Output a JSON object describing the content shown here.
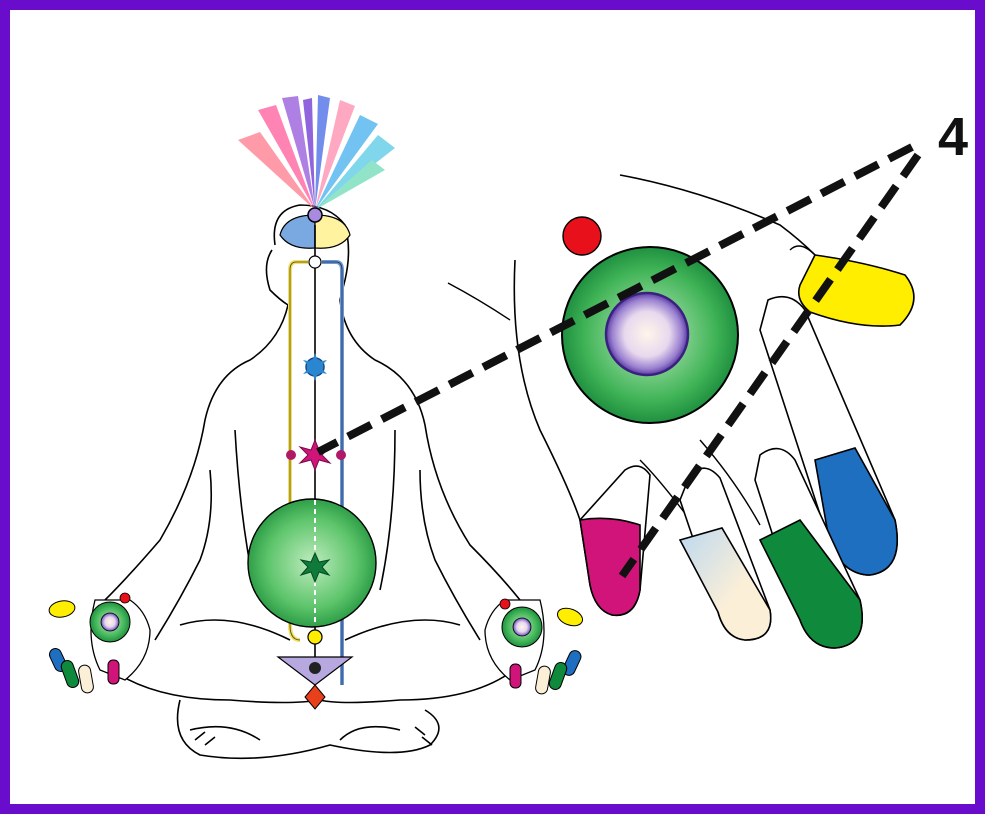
{
  "diagram": {
    "callout_label": "4",
    "colors": {
      "border": "#6a0ccc",
      "background": "#ffffff",
      "outline": "#000000",
      "heart_green": "#2ea84a",
      "heart_light": "#a8e3a8",
      "center_violet": "#6a4aa8",
      "yellow": "#ffee00",
      "blue": "#1f6fc0",
      "green": "#0f8a3c",
      "magenta": "#d0147a",
      "cream": "#fbefd8",
      "red": "#e8101a",
      "crown_violet": "#b5a8e8"
    },
    "parts": [
      "meditating-figure",
      "crown-rays",
      "central-channel",
      "chakra-points",
      "heart-sphere",
      "small-hands",
      "enlarged-hand",
      "dashed-callout-lines"
    ]
  }
}
